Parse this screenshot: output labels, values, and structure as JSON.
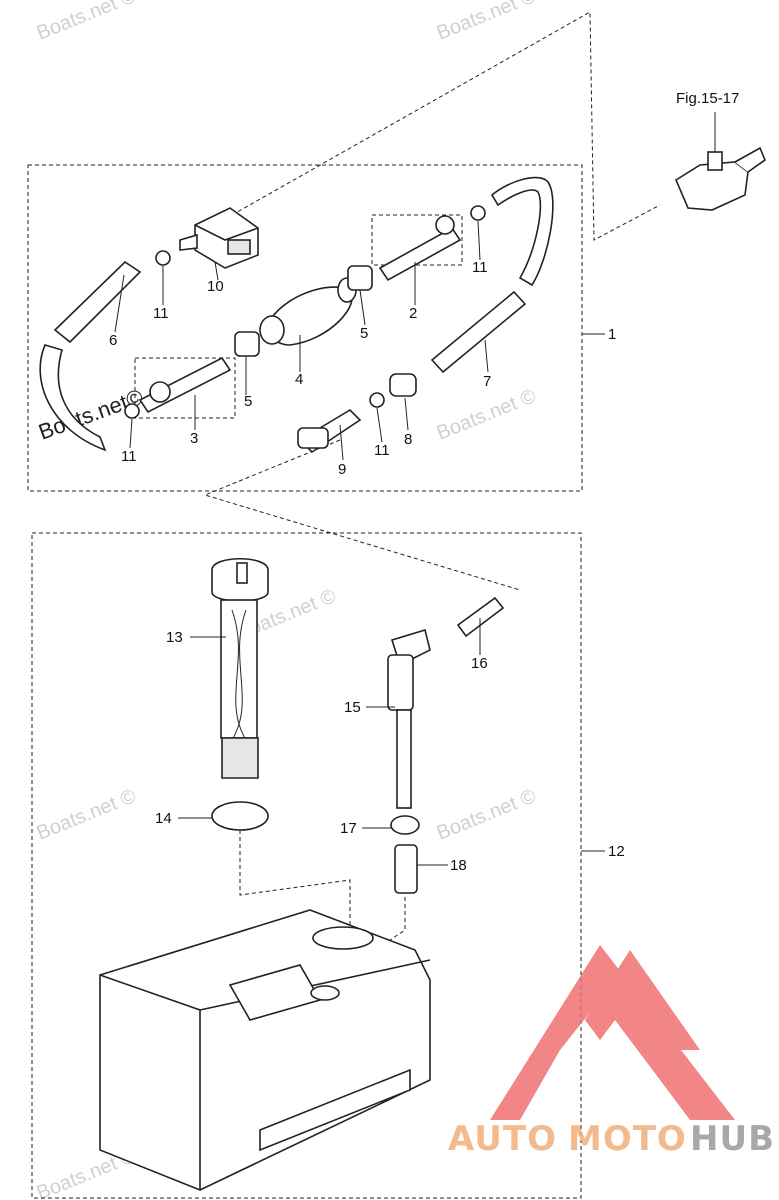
{
  "diagram": {
    "figure_ref": "Fig.15-17",
    "labels": {
      "p1": "1",
      "p2": "2",
      "p3": "3",
      "p4": "4",
      "p5a": "5",
      "p5b": "5",
      "p6": "6",
      "p7": "7",
      "p8": "8",
      "p9": "9",
      "p10": "10",
      "p11a": "11",
      "p11b": "11",
      "p11c": "11",
      "p11d": "11",
      "p12": "12",
      "p13": "13",
      "p14": "14",
      "p15": "15",
      "p16": "16",
      "p17": "17",
      "p18": "18"
    }
  },
  "watermarks": {
    "w1": "Boats.net ©",
    "w2": "Boats.net ©",
    "w3": "Boats.net ©",
    "w4": "Boats.net ©",
    "w5": "Boats.net ©",
    "w6": "Boats.net ©",
    "w7": "Boats.net ©",
    "big": "Boats.net©"
  },
  "logo": {
    "part1": "AUTO",
    "part2": "MOTO",
    "part3": "HUB",
    "colors": {
      "triangle": "#f07070",
      "auto": "#f2b07a",
      "hub": "#9a9a9a"
    }
  }
}
